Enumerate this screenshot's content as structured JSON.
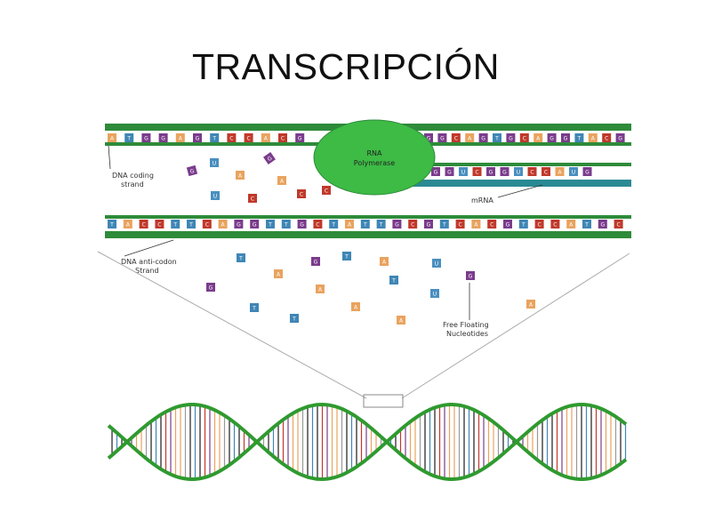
{
  "title": "TRANSCRIPCIÓN",
  "labels": {
    "coding_strand": [
      "DNA coding",
      "strand"
    ],
    "rna_polymerase": [
      "RNA",
      "Polymerase"
    ],
    "mrna": "mRNA",
    "anticodon_strand": [
      "DNA anti-codon",
      "Strand"
    ],
    "free_nucleotides": [
      "Free Floating",
      "Nucleotides"
    ]
  },
  "colors": {
    "A": "#e9a35e",
    "T": "#3f86b5",
    "G": "#7a3c8c",
    "C": "#c0392b",
    "U": "#4a8fc0",
    "backbone": "#2e8b3a",
    "rna_polymerase": "#3dbb45",
    "mrna_backbone": "#2a8a94",
    "helix": "#2f9a2f"
  },
  "strands": {
    "coding_left": [
      "A",
      "T",
      "G",
      "G",
      "A",
      "G",
      "T",
      "C",
      "C",
      "A",
      "C",
      "G"
    ],
    "coding_right": [
      "G",
      "G",
      "C",
      "A",
      "G",
      "T",
      "G",
      "C",
      "A",
      "G",
      "G",
      "T",
      "A",
      "C",
      "G"
    ],
    "mrna": [
      "G",
      "G",
      "U",
      "C",
      "G",
      "G",
      "U",
      "C",
      "C",
      "A",
      "U",
      "G"
    ],
    "anticodon": [
      "T",
      "A",
      "C",
      "C",
      "T",
      "T",
      "C",
      "A",
      "G",
      "G",
      "T",
      "T",
      "G",
      "C",
      "T",
      "A",
      "T",
      "T",
      "G",
      "C",
      "G",
      "T",
      "C",
      "A",
      "C",
      "G",
      "T",
      "C",
      "C",
      "A",
      "T",
      "G",
      "C"
    ]
  },
  "floating_upper": [
    "G",
    "U",
    "A",
    "U",
    "C",
    "G",
    "A",
    "C",
    "C"
  ],
  "floating_lower": [
    "T",
    "A",
    "G",
    "T",
    "A",
    "U",
    "G",
    "A",
    "T",
    "U",
    "T",
    "T",
    "A",
    "A",
    "G",
    "A"
  ]
}
